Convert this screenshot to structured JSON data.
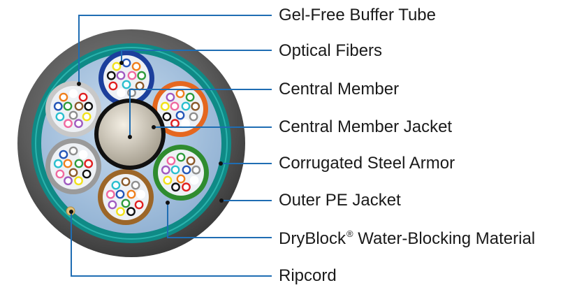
{
  "labels": [
    {
      "id": "gel-free-buffer-tube",
      "text": "Gel-Free Buffer Tube"
    },
    {
      "id": "optical-fibers",
      "text": "Optical Fibers"
    },
    {
      "id": "central-member",
      "text": "Central Member"
    },
    {
      "id": "central-member-jacket",
      "text": "Central Member Jacket"
    },
    {
      "id": "corrugated-steel-armor",
      "text": "Corrugated Steel Armor"
    },
    {
      "id": "outer-pe-jacket",
      "text": "Outer PE Jacket"
    },
    {
      "id": "water-blocking-material",
      "text": "DryBlock",
      "mark": "®",
      "suffix": " Water-Blocking Material"
    },
    {
      "id": "ripcord",
      "text": "Ripcord"
    }
  ],
  "colors": {
    "leader_line": "#1f6db3",
    "outer_jacket": "#5c5c5c",
    "armor": "#0f8a86",
    "core_fill": "#a6c3e0",
    "central_member": "#d8d2c4",
    "central_member_jacket": "#111111",
    "ripcord": "#e3c27a",
    "tubes": [
      "#1c3f9c",
      "#e5671f",
      "#2f8c2f",
      "#9c6628",
      "#9a9a9a",
      "#c8c8c8"
    ],
    "fibers": [
      "#2456b8",
      "#f07f1c",
      "#2e9b3c",
      "#8b5a2b",
      "#8e8e8e",
      "#ffffff",
      "#e02020",
      "#111111",
      "#f2e21a",
      "#a05bc0",
      "#f06aa0",
      "#2bbfcf"
    ]
  }
}
